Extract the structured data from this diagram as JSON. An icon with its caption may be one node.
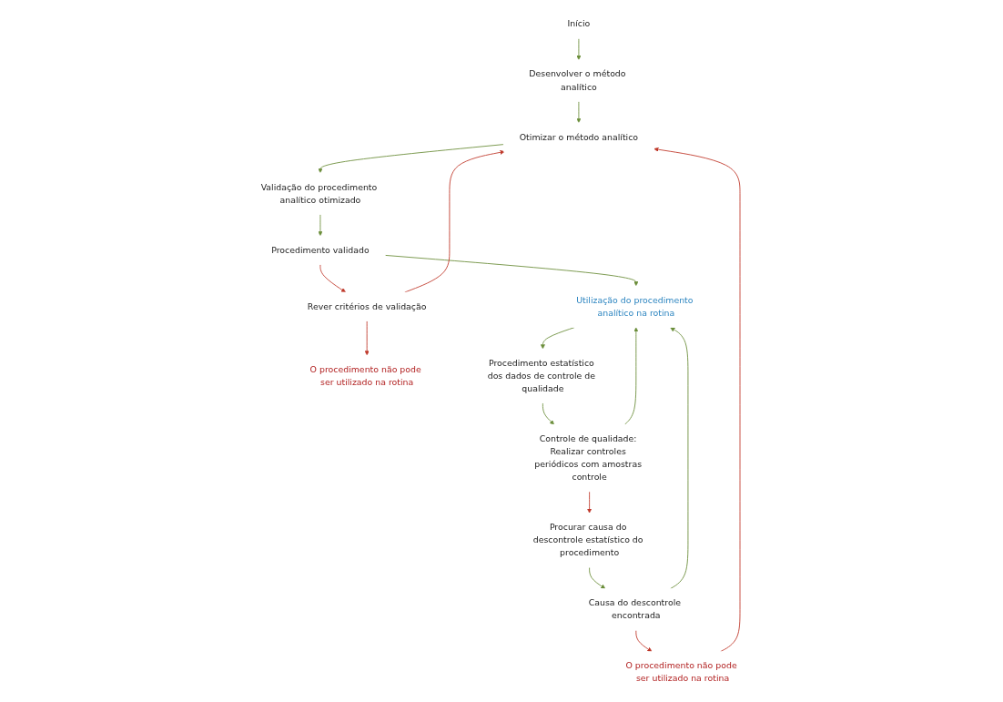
{
  "diagram": {
    "nodes": [
      {
        "text": [
          "Início"
        ]
      },
      {
        "text": [
          "Desenvolver o método analítico"
        ]
      },
      {
        "text": [
          "Otimizar o método analítico"
        ]
      },
      {
        "text": [
          "O procedimento não pode ser utilizado na rotina"
        ]
      },
      {
        "text": [
          "Validação do procedimento analítico otimizado"
        ]
      },
      {
        "text": [
          "Procedimento validado"
        ]
      },
      {
        "text": [
          "Rever critérios de validação"
        ]
      },
      {
        "text": [
          "Causa do descontrole encontrada"
        ]
      },
      {
        "text": [
          "Utilização do procedimento analítico na rotina"
        ]
      },
      {
        "text": [
          "O procedimento não pode ser utilizado na rotina"
        ]
      },
      {
        "text": [
          "Procedimento estatístico dos dados de controle de qualidade"
        ]
      },
      {
        "text": [
          "Procurar causa do descontrole estatístico do procedimento"
        ]
      },
      {
        "text": [
          "Controle de qualidade: Realizar controles periódicos com amostras controle"
        ]
      }
    ],
    "edges": [
      {
        "from": 0,
        "to": 1,
        "arrow": "to"
      },
      {
        "from": 1,
        "to": 2,
        "arrow": "to"
      },
      {
        "from": 2,
        "to": 4,
        "arrow": "to"
      },
      {
        "from": 4,
        "to": 5,
        "arrow": "to"
      },
      {
        "from": 5,
        "to": 6,
        "arrow": "to",
        "color": "#c0392b"
      },
      {
        "from": 5,
        "to": 8,
        "arrow": "to"
      },
      {
        "from": 6,
        "to": 2,
        "arrow": "to",
        "color": "#c0392b"
      },
      {
        "from": 6,
        "to": 9,
        "arrow": "to",
        "color": "#c0392b"
      },
      {
        "from": 3,
        "to": 2,
        "arrow": "to",
        "color": "#c0392b"
      },
      {
        "from": 7,
        "to": 3,
        "arrow": "to",
        "color": "#c0392b"
      },
      {
        "from": 7,
        "to": 8,
        "arrow": "to"
      },
      {
        "from": 8,
        "to": 10,
        "arrow": "to"
      },
      {
        "from": 10,
        "to": 12,
        "arrow": "to"
      },
      {
        "from": 12,
        "to": 8,
        "arrow": "to"
      },
      {
        "from": 12,
        "to": 11,
        "arrow": "to",
        "color": "#c0392b"
      },
      {
        "from": 11,
        "to": 7,
        "arrow": "to"
      }
    ]
  }
}
